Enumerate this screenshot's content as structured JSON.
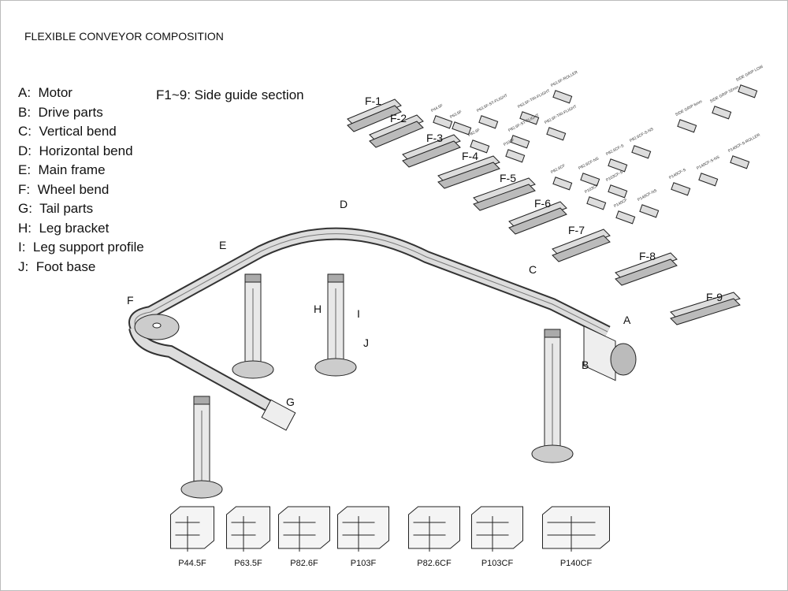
{
  "title": "FLEXIBLE CONVEYOR COMPOSITION",
  "legend": [
    {
      "key": "A:",
      "label": "Motor"
    },
    {
      "key": "B:",
      "label": "Drive parts"
    },
    {
      "key": "C:",
      "label": "Vertical bend"
    },
    {
      "key": "D:",
      "label": "Horizontal bend"
    },
    {
      "key": "E:",
      "label": "Main frame"
    },
    {
      "key": "F:",
      "label": "Wheel bend"
    },
    {
      "key": "G:",
      "label": "Tail parts"
    },
    {
      "key": "H:",
      "label": "Leg bracket"
    },
    {
      "key": "I:",
      "label": "Leg support profile"
    },
    {
      "key": "J:",
      "label": "Foot base"
    }
  ],
  "side_guide_note": "F1~9: Side guide section",
  "side_guide_labels": [
    "F-1",
    "F-2",
    "F-3",
    "F-4",
    "F-5",
    "F-6",
    "F-7",
    "F-8",
    "F-9"
  ],
  "callouts": [
    "A",
    "B",
    "C",
    "D",
    "E",
    "F",
    "G",
    "H",
    "I",
    "J"
  ],
  "chain_labels": [
    "P44.5F",
    "P63.5F",
    "P63.5F-ST-FLIGHT",
    "P63.5F-TRI-FLIGHT",
    "P63.5F-ROLLER",
    "P82.6F",
    "P82.6F-ST-FLIGHT",
    "P82.6F-TRI-FLIGHT",
    "P103F",
    "P82.6CF",
    "P82.6CF-NS",
    "P82.6CF-S",
    "P82.6CF-S-NS",
    "SIDE GRIP 6mm",
    "SIDE GRIP 32mm",
    "SIDE GRIP LOW",
    "P103CF",
    "P103CF-S",
    "P140CF",
    "P140CF-NS",
    "P140CF-S",
    "P140CF-S-NS",
    "P140CF-S-ROLLER"
  ],
  "profiles": [
    "P44.5F",
    "P63.5F",
    "P82.6F",
    "P103F",
    "P82.6CF",
    "P103CF",
    "P140CF"
  ]
}
